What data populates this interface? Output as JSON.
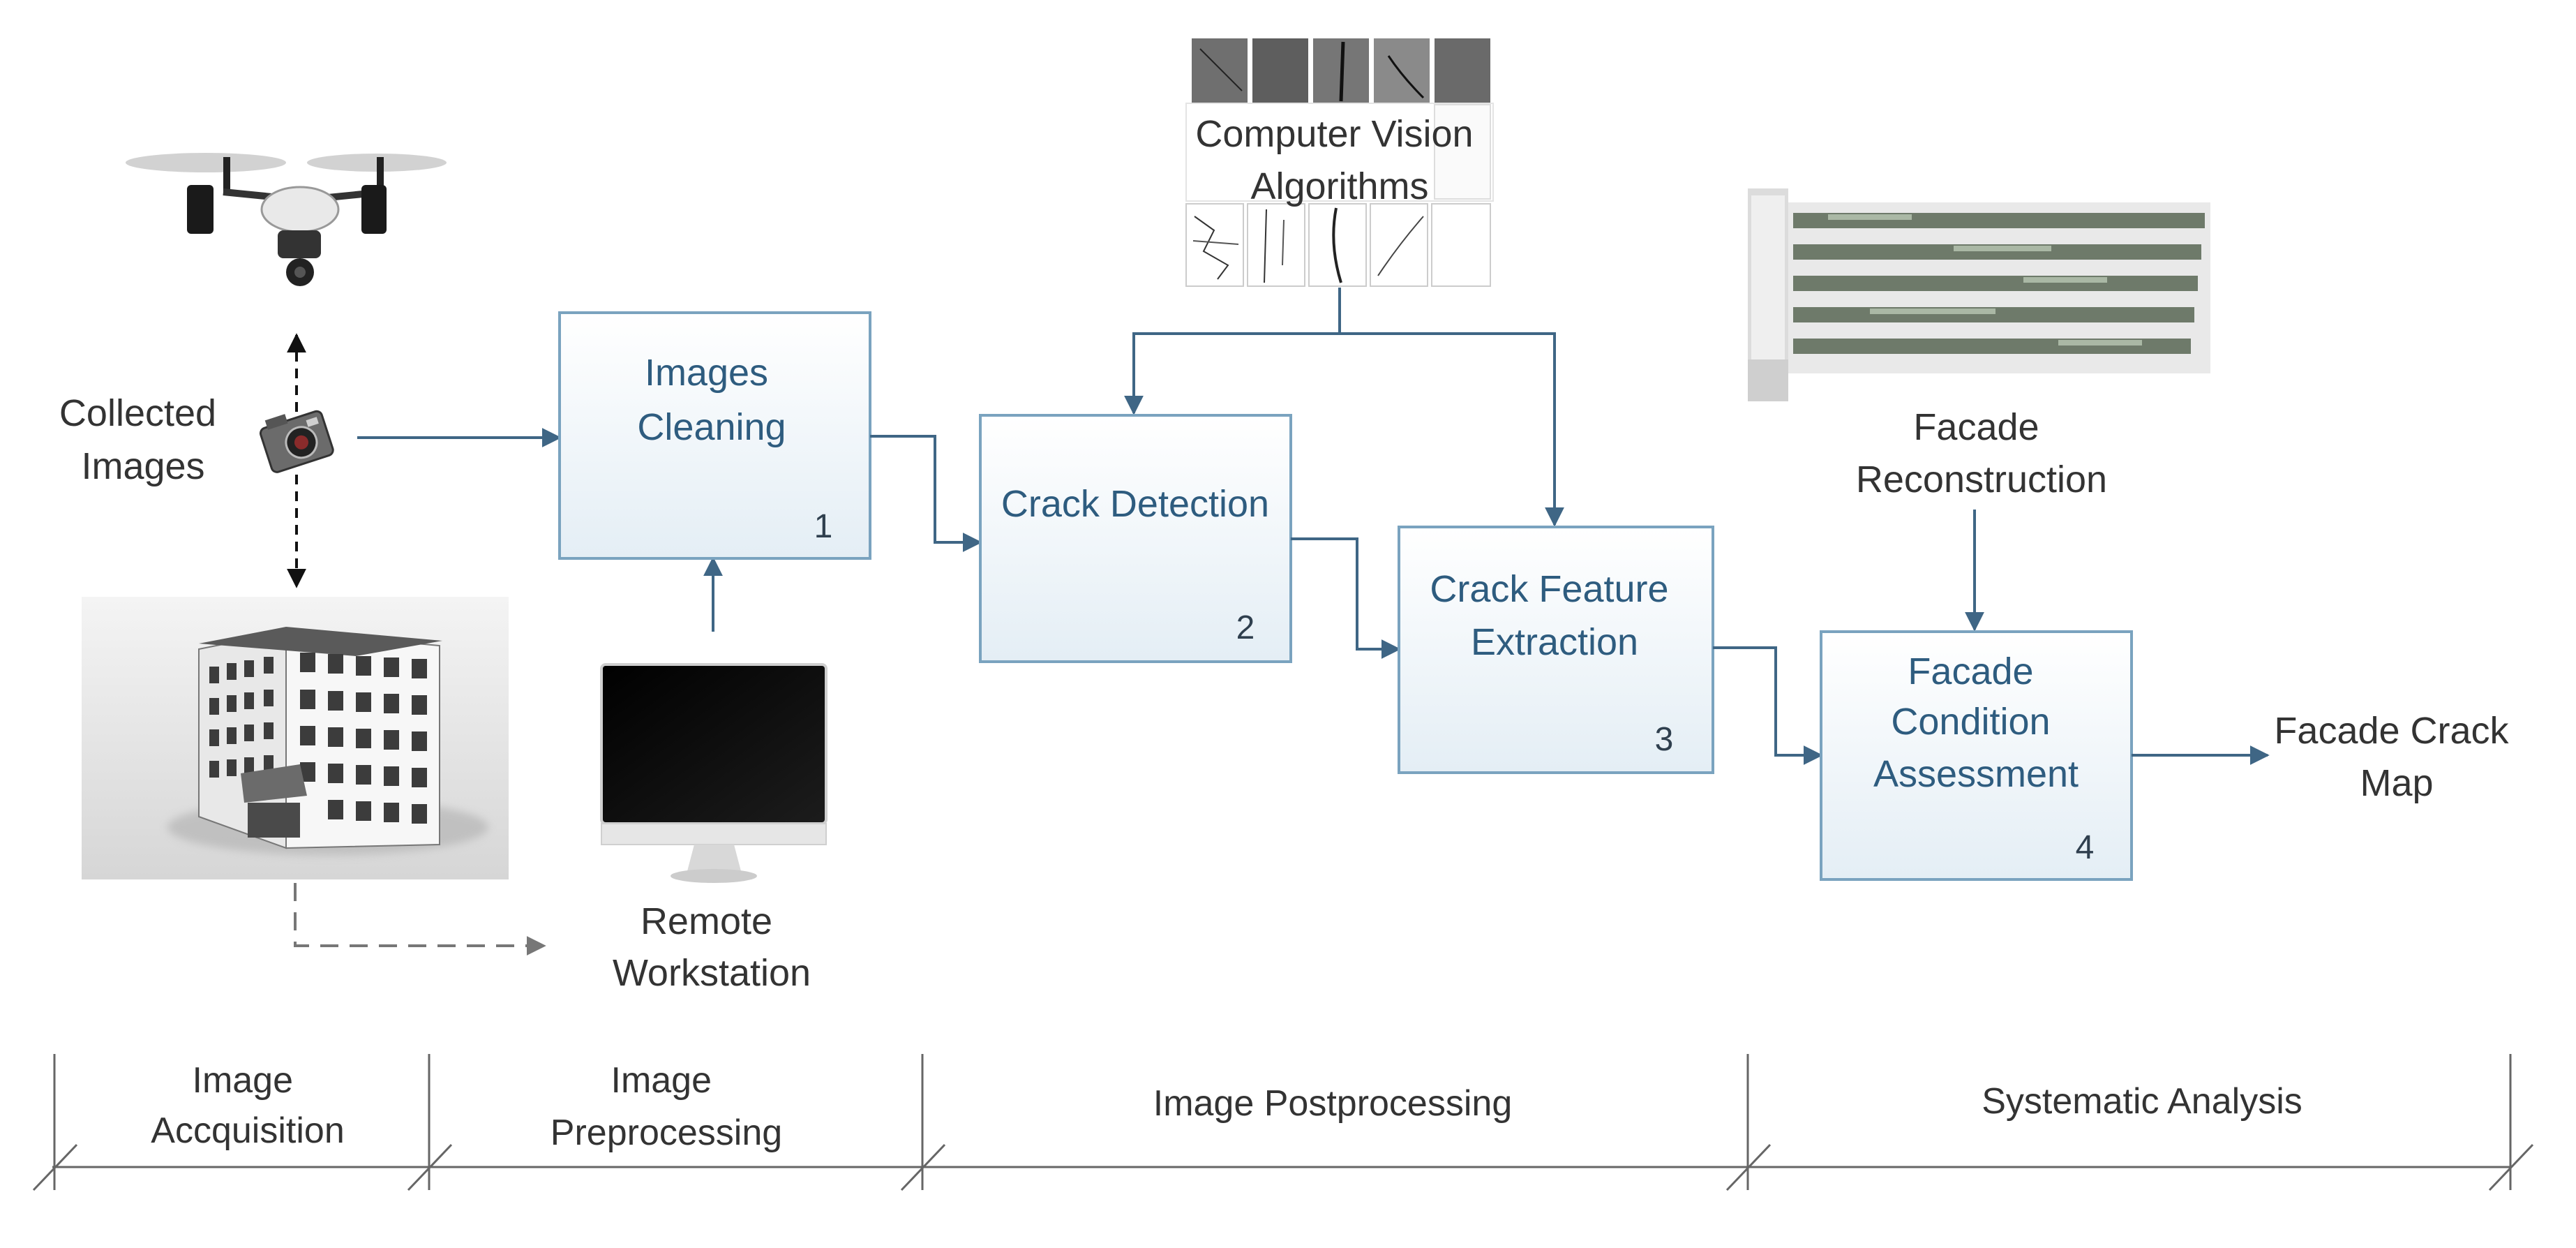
{
  "diagram": {
    "process_boxes": [
      {
        "id": "images-cleaning",
        "lines": [
          "Images",
          "Cleaning"
        ],
        "number": "1"
      },
      {
        "id": "crack-detection",
        "lines": [
          "Crack Detection"
        ],
        "number": "2"
      },
      {
        "id": "crack-feature-extraction",
        "lines": [
          "Crack Feature",
          "Extraction"
        ],
        "number": "3"
      },
      {
        "id": "facade-condition-assessment",
        "lines": [
          "Facade",
          "Condition",
          "Assessment"
        ],
        "number": "4"
      }
    ],
    "labels": {
      "collected_images": [
        "Collected",
        "Images"
      ],
      "remote_workstation": [
        "Remote",
        "Workstation"
      ],
      "computer_vision": [
        "Computer Vision",
        "Algorithms"
      ],
      "facade_reconstruction": [
        "Facade",
        "Reconstruction"
      ],
      "facade_crack_map": [
        "Facade Crack",
        "Map"
      ]
    },
    "phases": [
      {
        "lines": [
          "Image",
          "Accquisition"
        ]
      },
      {
        "lines": [
          "Image",
          "Preprocessing"
        ]
      },
      {
        "lines": [
          "Image Postprocessing"
        ]
      },
      {
        "lines": [
          "Systematic Analysis"
        ]
      }
    ],
    "colors": {
      "box_fill_top": "#ffffff",
      "box_fill_bottom": "#e4eef5",
      "box_border": "#7aa3bf",
      "box_text": "#2e5c7f",
      "arrow": "#3f6685"
    },
    "icons": [
      "drone-icon",
      "camera-icon",
      "building-icon",
      "monitor-icon",
      "crack-images-grid",
      "facade-panorama"
    ]
  }
}
